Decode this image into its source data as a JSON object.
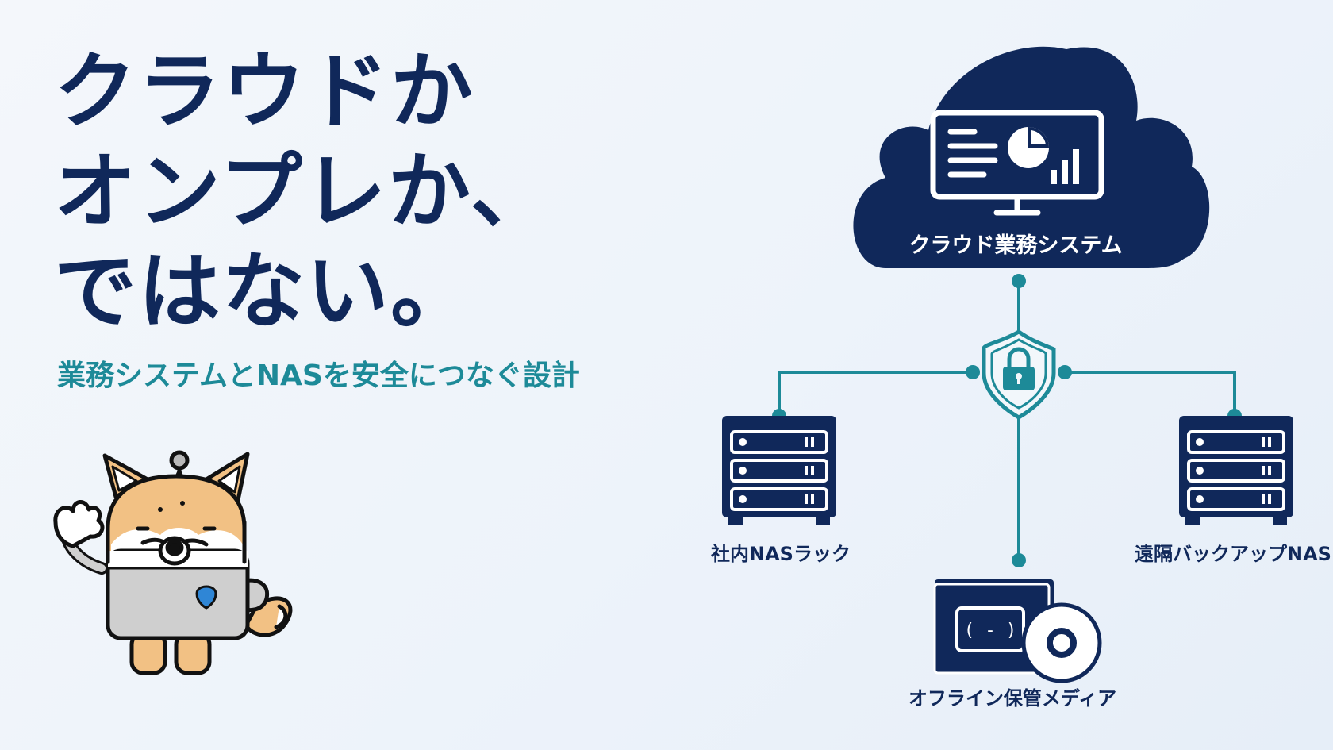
{
  "headline": {
    "line1": "クラウドか",
    "line2": "オンプレか、",
    "line3": "ではない。"
  },
  "subtitle": "業務システムとNASを安全につなぐ設計",
  "diagram": {
    "cloud_label": "クラウド業務システム",
    "nodes": [
      {
        "label": "社内NASラック",
        "icon": "server-rack-icon"
      },
      {
        "label": "遠隔バックアップNAS",
        "icon": "server-rack-icon"
      },
      {
        "label": "オフライン保管メディア",
        "icon": "tape-disc-icon"
      }
    ],
    "hub_icon": "shield-lock-icon"
  },
  "colors": {
    "navy": "#10285a",
    "teal": "#1d8a98",
    "background": "#edf3fa"
  }
}
